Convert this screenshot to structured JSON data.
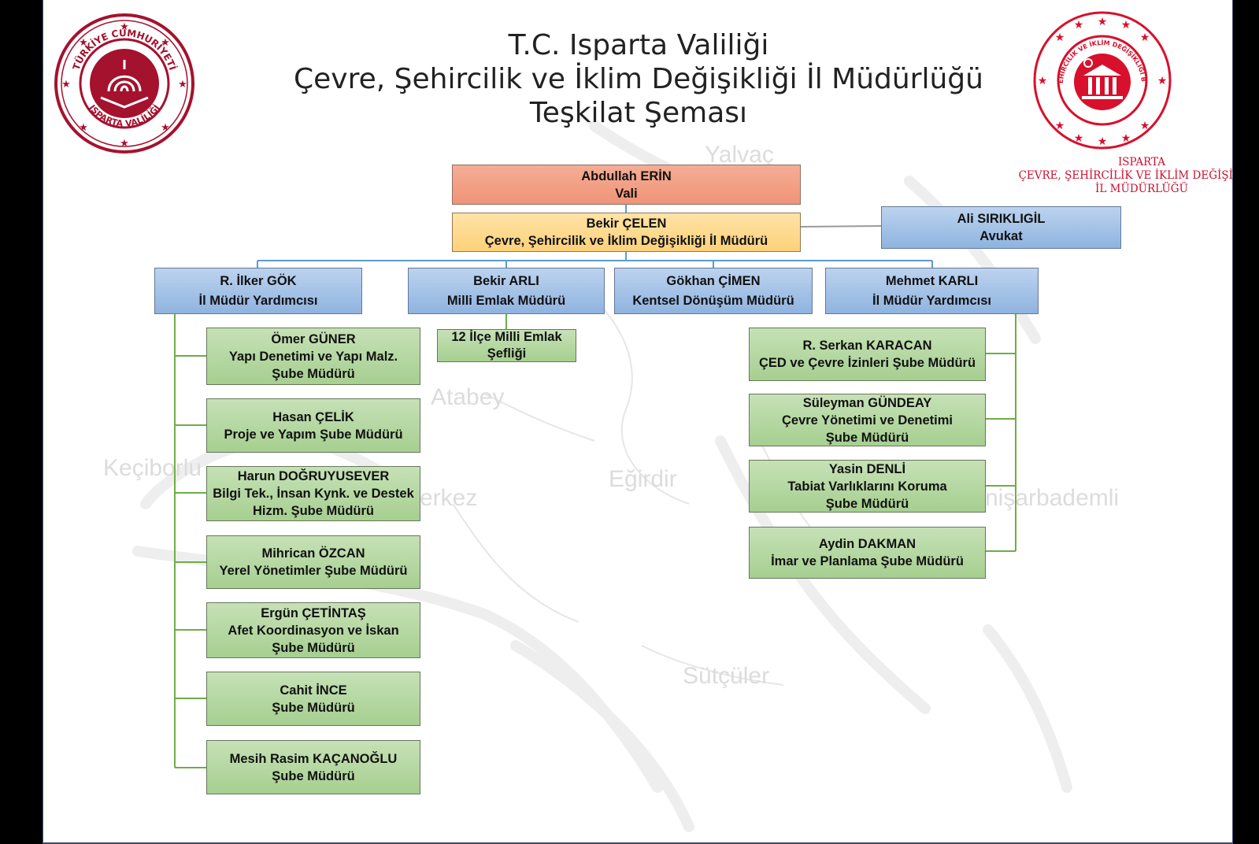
{
  "header": {
    "title_lines": [
      "T.C. Isparta Valiliği",
      "Çevre, Şehircilik ve İklim Değişikliği İl Müdürlüğü",
      "Teşkilat Şeması"
    ]
  },
  "logos": {
    "left": {
      "ring_text": "TÜRKİYE CUMHURİYETİ · ISPARTA VALİLİĞİ"
    },
    "right": {
      "ring_text": "TÜRKİYE CUMHURİYETİ ÇEVRE, ŞEHİRCİLİK VE İKLİM DEĞİŞİKLİĞİ BAKANLIĞI",
      "caption_lines": [
        "ISPARTA",
        "ÇEVRE, ŞEHİRCİLİK VE İKLİM DEĞİŞİKLİĞİ",
        "İL MÜDÜRLÜĞÜ"
      ]
    }
  },
  "map_labels": [
    "Yalvaç",
    "Atabey",
    "Keçiborlu",
    "erkez",
    "Eğirdir",
    "nişarbademli",
    "Sütçüler"
  ],
  "org": {
    "governor": {
      "name": "Abdullah ERİN",
      "title": "Vali"
    },
    "director": {
      "name": "Bekir ÇELEN",
      "title": "Çevre, Şehircilik ve İklim Değişikliği İl Müdürü"
    },
    "lawyer": {
      "name": "Ali SIRIKLIGİL",
      "title": "Avukat"
    },
    "level2": [
      {
        "name": "R. İlker GÖK",
        "title": "İl Müdür Yardımcısı"
      },
      {
        "name": "Bekir ARLI",
        "title": "Milli Emlak Müdürü"
      },
      {
        "name": "Gökhan ÇİMEN",
        "title": "Kentsel Dönüşüm Müdürü"
      },
      {
        "name": "Mehmet KARLI",
        "title": "İl Müdür Yardımcısı"
      }
    ],
    "emlak_unit": {
      "lines": [
        "12 İlçe Milli Emlak",
        "Şefliği"
      ]
    },
    "left_units": [
      {
        "lines": [
          "Ömer GÜNER",
          "Yapı Denetimi ve Yapı Malz.",
          "Şube Müdürü"
        ]
      },
      {
        "lines": [
          "Hasan ÇELİK",
          "Proje ve Yapım Şube Müdürü"
        ]
      },
      {
        "lines": [
          "Harun DOĞRUYUSEVER",
          "Bilgi Tek., İnsan Kynk. ve Destek",
          "Hizm. Şube Müdürü"
        ]
      },
      {
        "lines": [
          "Mihrican ÖZCAN",
          "Yerel Yönetimler Şube Müdürü"
        ]
      },
      {
        "lines": [
          "Ergün ÇETİNTAŞ",
          "Afet Koordinasyon ve İskan",
          "Şube Müdürü"
        ]
      },
      {
        "lines": [
          "Cahit İNCE",
          "Şube Müdürü"
        ]
      },
      {
        "lines": [
          "Mesih Rasim KAÇANOĞLU",
          "Şube Müdürü"
        ]
      }
    ],
    "right_units": [
      {
        "lines": [
          "R. Serkan KARACAN",
          "ÇED ve Çevre İzinleri Şube Müdürü"
        ]
      },
      {
        "lines": [
          "Süleyman GÜNDEAY",
          "Çevre Yönetimi ve Denetimi",
          "Şube Müdürü"
        ]
      },
      {
        "lines": [
          "Yasin DENLİ",
          "Tabiat Varlıklarını Koruma",
          "Şube Müdürü"
        ]
      },
      {
        "lines": [
          "Aydin DAKMAN",
          "İmar ve Planlama Şube Müdürü"
        ]
      }
    ]
  },
  "colors": {
    "governor": "#f4a083",
    "director": "#fed98e",
    "blue": "#9dbde5",
    "green": "#b0d69b",
    "line_blue": "#5b9bd5",
    "line_green": "#70ad47",
    "emblem_left": "#a4122e",
    "emblem_right": "#d8102c"
  }
}
